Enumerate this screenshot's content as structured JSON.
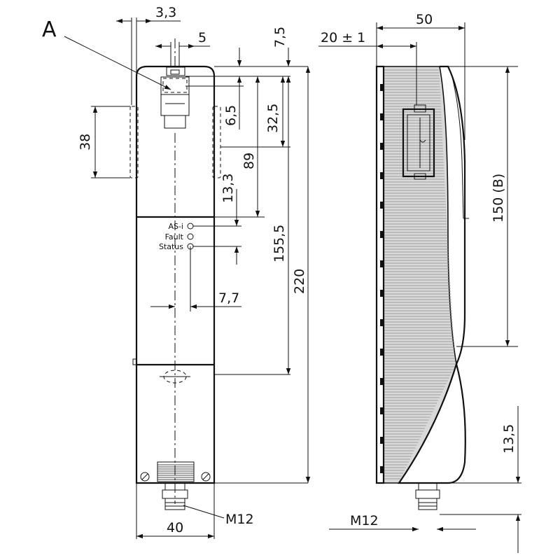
{
  "front_view": {
    "dimensions": {
      "d_3_3": "3,3",
      "d_5": "5",
      "d_7_5": "7,5",
      "d_6_5": "6,5",
      "d_32_5": "32,5",
      "d_38": "38",
      "d_89": "89",
      "d_13_3": "13,3",
      "d_155_5": "155,5",
      "d_220": "220",
      "d_7_7": "7,7",
      "d_40": "40",
      "m12": "M12"
    },
    "label_a": "A",
    "leds": [
      {
        "label": "AS-i"
      },
      {
        "label": "Fault"
      },
      {
        "label": "Status"
      }
    ]
  },
  "side_view": {
    "dimensions": {
      "d_50": "50",
      "d_20": "20 ± 1",
      "d_150": "150 (B)",
      "d_13_5": "13,5",
      "m12": "M12"
    }
  }
}
